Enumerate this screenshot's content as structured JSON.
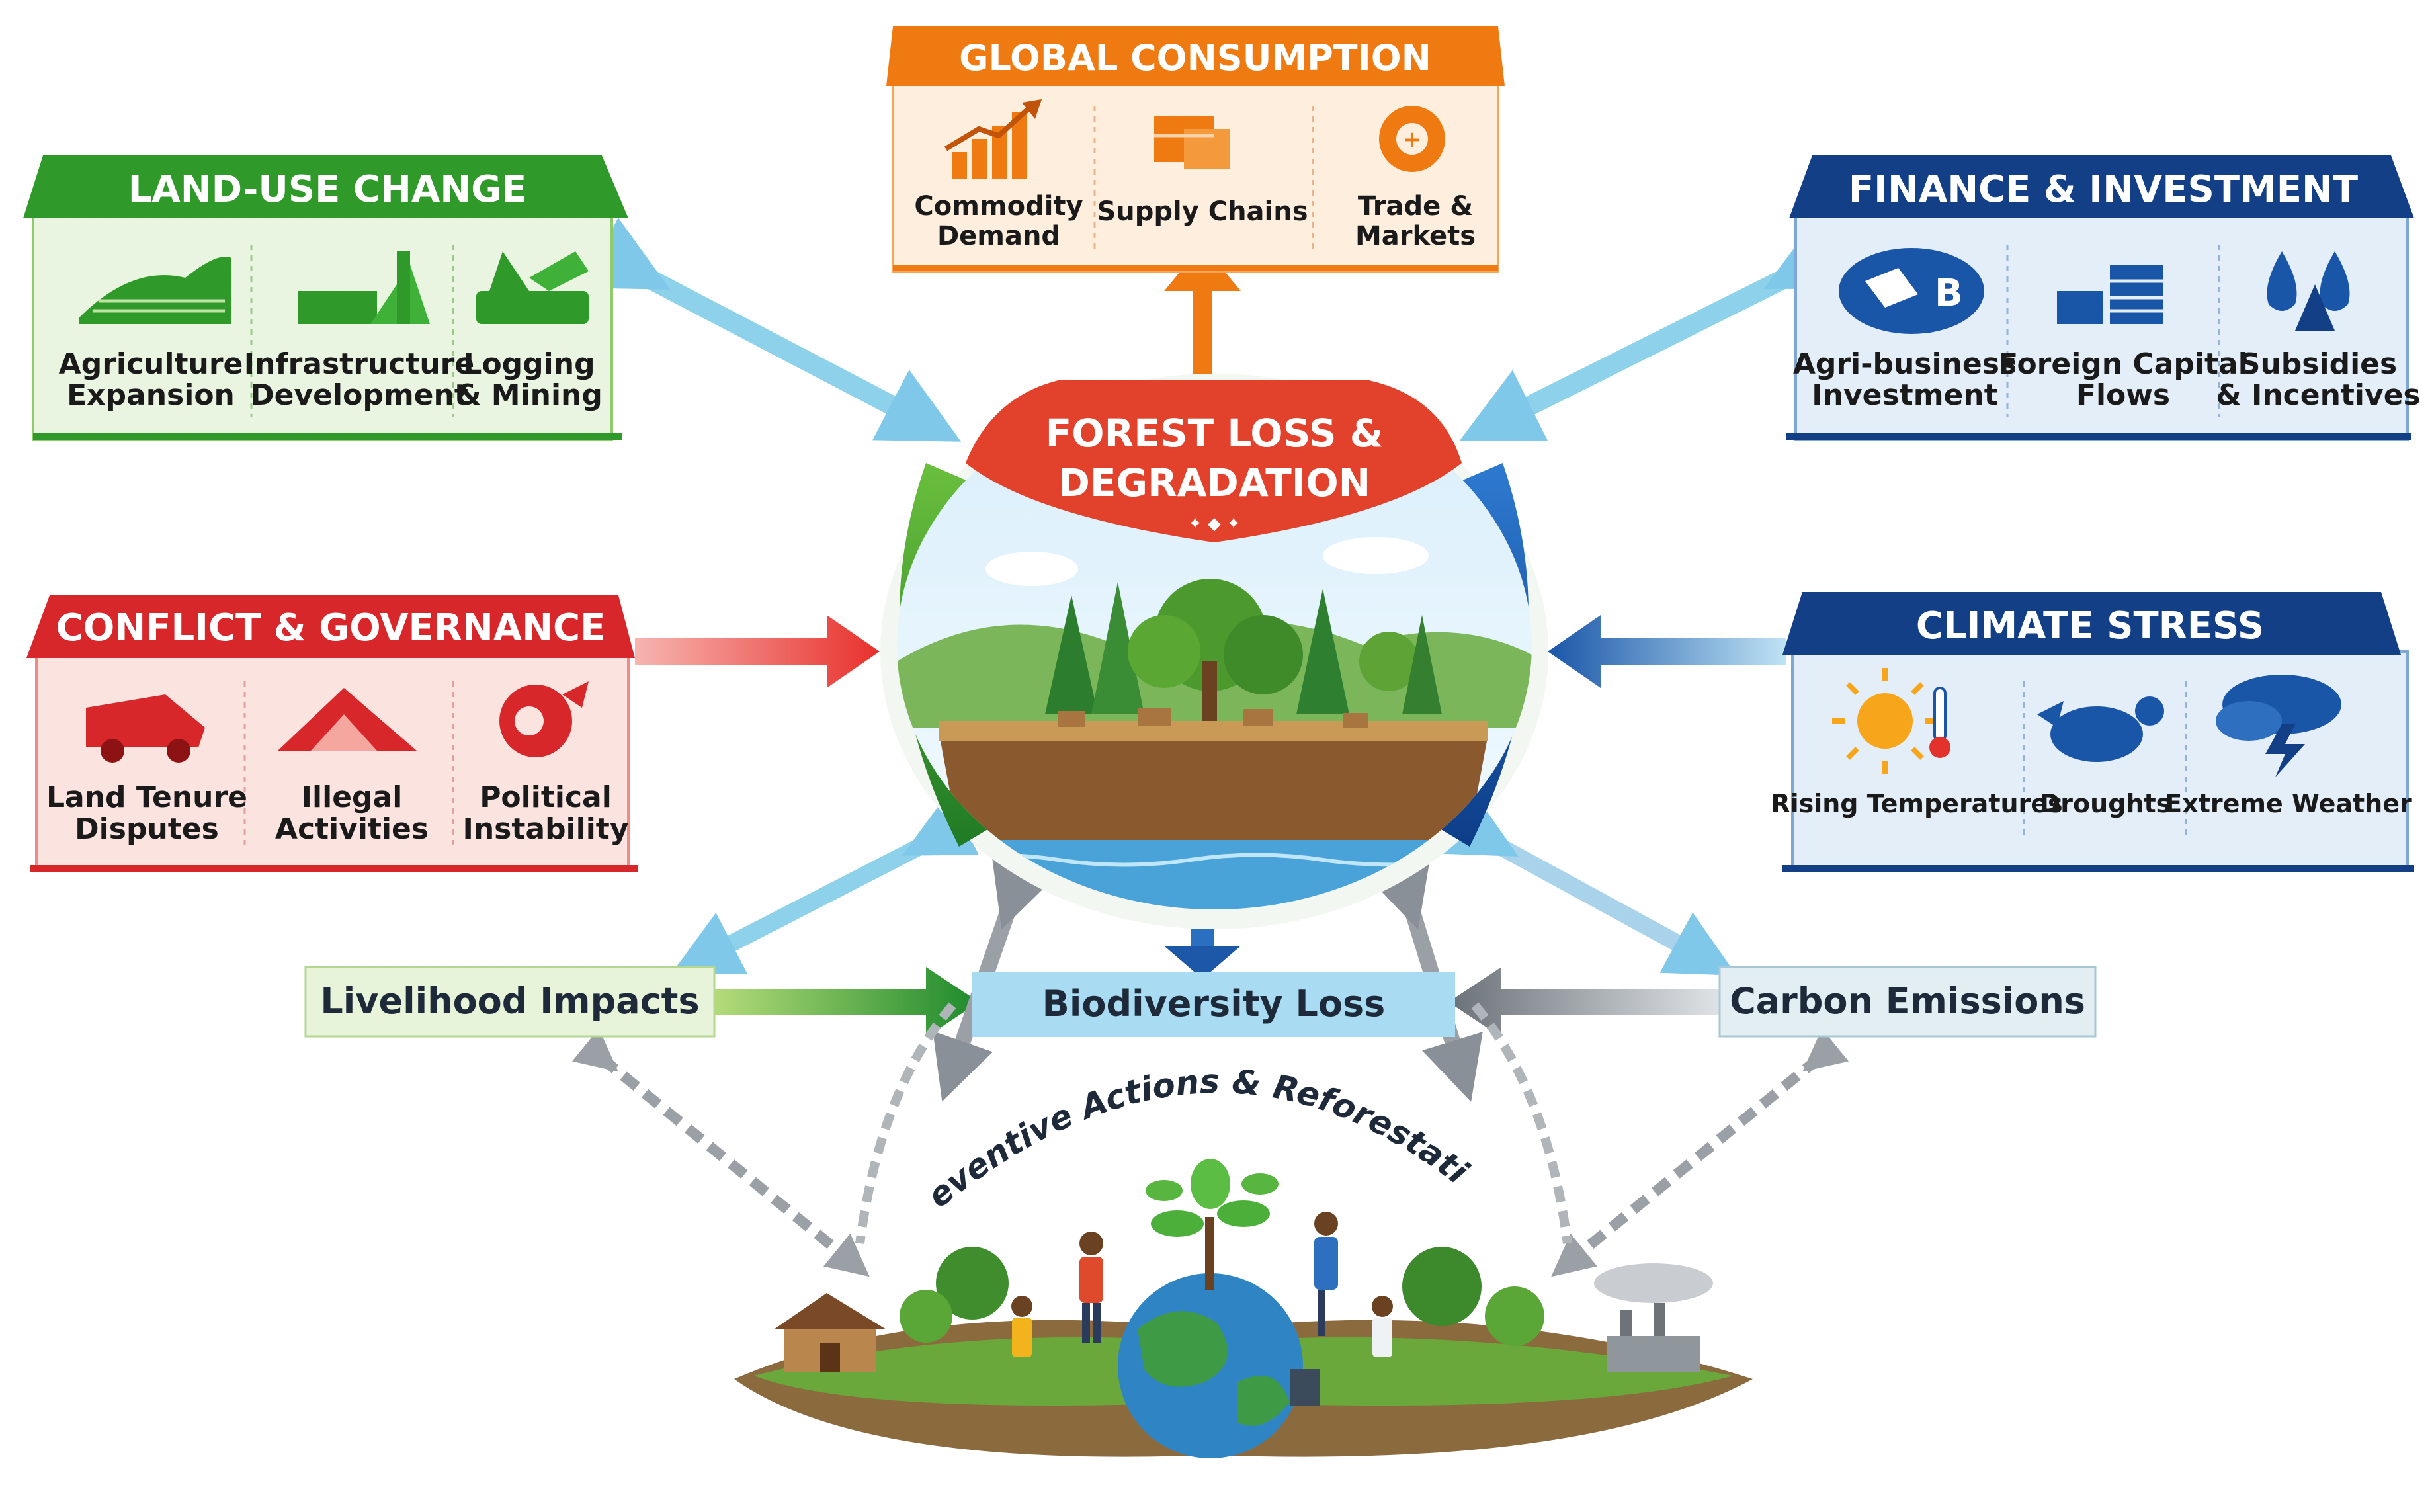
{
  "center": {
    "title_line1": "FOREST LOSS &",
    "title_line2": "DEGRADATION"
  },
  "panels": {
    "global_consumption": {
      "title": "GLOBAL CONSUMPTION",
      "items": [
        {
          "line1": "Commodity",
          "line2": "Demand",
          "icon": "rising-bar-chart-icon"
        },
        {
          "line1": "Supply Chains",
          "line2": "",
          "icon": "shipping-boxes-icon"
        },
        {
          "line1": "Trade &",
          "line2": "Markets",
          "icon": "market-tag-icon"
        }
      ]
    },
    "land_use_change": {
      "title": "LAND-USE CHANGE",
      "items": [
        {
          "line1": "Agriculture",
          "line2": "Expansion",
          "icon": "farm-fields-icon"
        },
        {
          "line1": "Infrastructure",
          "line2": "Development",
          "icon": "construction-icon"
        },
        {
          "line1": "Logging",
          "line2": "& Mining",
          "icon": "excavator-icon"
        }
      ]
    },
    "finance_investment": {
      "title": "FINANCE & INVESTMENT",
      "items": [
        {
          "line1": "Agri-business",
          "line2": "Investment",
          "icon": "money-bag-icon"
        },
        {
          "line1": "Foreign Capital",
          "line2": "Flows",
          "icon": "coin-stacks-icon"
        },
        {
          "line1": "Subsidies",
          "line2": "& Incentives",
          "icon": "droplets-icon"
        }
      ]
    },
    "conflict_governance": {
      "title": "CONFLICT & GOVERNANCE",
      "items": [
        {
          "line1": "Land Tenure",
          "line2": "Disputes",
          "icon": "truck-icon"
        },
        {
          "line1": "Illegal",
          "line2": "Activities",
          "icon": "cleared-land-icon"
        },
        {
          "line1": "Political",
          "line2": "Instability",
          "icon": "unrest-icon"
        }
      ]
    },
    "climate_stress": {
      "title": "CLIMATE STRESS",
      "items": [
        {
          "line1": "Rising Temperatures",
          "line2": "",
          "icon": "sun-thermometer-icon"
        },
        {
          "line1": "Droughts",
          "line2": "",
          "icon": "drought-icon"
        },
        {
          "line1": "Extreme Weather",
          "line2": "",
          "icon": "storm-cloud-icon"
        }
      ]
    }
  },
  "impacts": {
    "livelihood": "Livelihood Impacts",
    "biodiversity": "Biodiversity Loss",
    "carbon": "Carbon Emissions"
  },
  "bottom": {
    "title": "Preventive Actions & Reforestation"
  },
  "colors": {
    "orange": "#f07a12",
    "green": "#2f9a2a",
    "navy": "#123f86",
    "red": "#d8272b",
    "light_blue": "#9fd7ef"
  }
}
